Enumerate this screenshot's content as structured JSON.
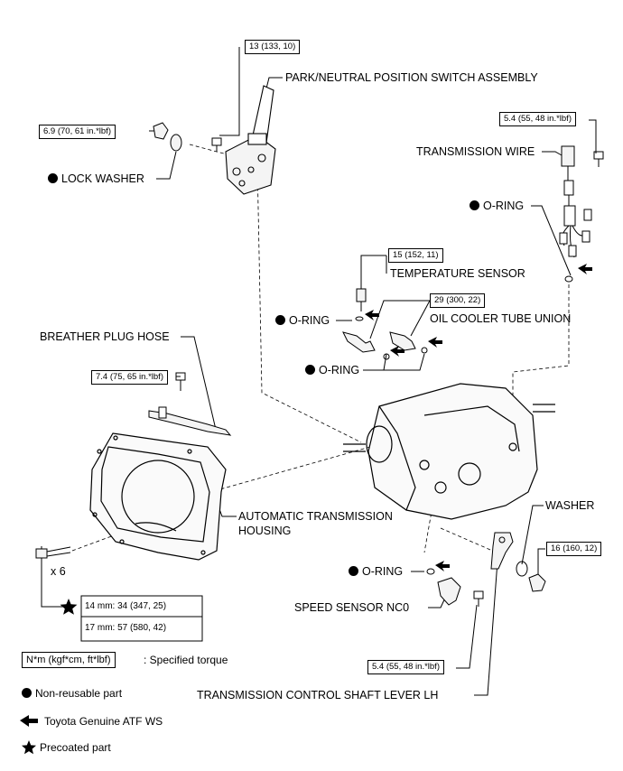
{
  "labels": {
    "park_neutral_switch": "PARK/NEUTRAL POSITION SWITCH ASSEMBLY",
    "lock_washer": "LOCK WASHER",
    "transmission_wire": "TRANSMISSION WIRE",
    "o_ring_wire": "O-RING",
    "temperature_sensor": "TEMPERATURE SENSOR",
    "o_ring_temp": "O-RING",
    "oil_cooler_tube_union": "OIL COOLER TUBE UNION",
    "o_ring_union": "O-RING",
    "breather_plug_hose": "BREATHER PLUG HOSE",
    "at_housing_line1": "AUTOMATIC TRANSMISSION",
    "at_housing_line2": "HOUSING",
    "washer": "WASHER",
    "o_ring_speed": "O-RING",
    "speed_sensor": "SPEED SENSOR NC0",
    "control_shaft_lever": "TRANSMISSION CONTROL SHAFT LEVER LH",
    "bolt_qty": "x 6"
  },
  "torques": {
    "pnp_bolt": "13 (133, 10)",
    "lock_washer_nut": "6.9 (70, 61 in.*lbf)",
    "wire_bolt": "5.4 (55, 48 in.*lbf)",
    "temp_sensor": "15 (152, 11)",
    "union": "29 (300, 22)",
    "breather_bolt": "7.4 (75, 65 in.*lbf)",
    "lever_nut": "16 (160, 12)",
    "speed_sensor_bolt": "5.4 (55, 48 in.*lbf)",
    "housing_14mm": "14 mm: 34 (347, 25)",
    "housing_17mm": "17 mm: 57 (580, 42)"
  },
  "legend": {
    "torque_unit": "N*m (kgf*cm, ft*lbf)",
    "torque_desc": ": Specified torque",
    "non_reusable": "Non-reusable part",
    "atf": "Toyota Genuine ATF WS",
    "precoated": "Precoated part"
  }
}
